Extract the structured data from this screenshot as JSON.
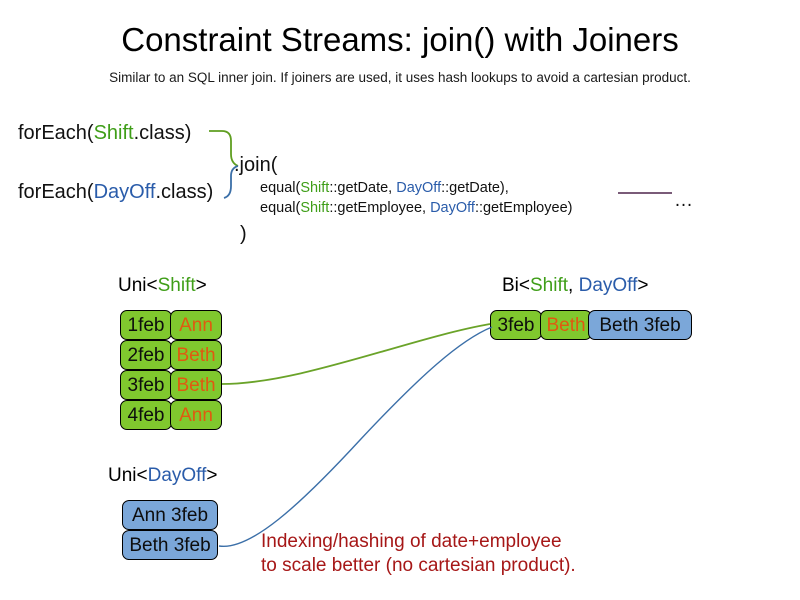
{
  "header": {
    "title": "Constraint Streams: join() with Joiners",
    "subtitle": "Similar to an SQL inner join. If joiners are used, it uses hash lookups to avoid a cartesian product."
  },
  "code": {
    "foreach_shift": {
      "prefix": "forEach(",
      "type": "Shift",
      "suffix": ".class)"
    },
    "foreach_dayoff": {
      "prefix": "forEach(",
      "type": "DayOff",
      "suffix": ".class)"
    },
    "join_open": ".join(",
    "join_close": ")",
    "joiners": [
      {
        "fn_open": "equal(",
        "left_type": "Shift",
        "left_ref": "::getDate, ",
        "right_type": "DayOff",
        "right_ref": "::getDate),"
      },
      {
        "fn_open": "equal(",
        "left_type": "Shift",
        "left_ref": "::getEmployee, ",
        "right_type": "DayOff",
        "right_ref": "::getEmployee)"
      }
    ],
    "ellipsis": "…"
  },
  "streams": {
    "uni_shift": {
      "label_prefix": "Uni<",
      "label_type": "Shift",
      "label_suffix": ">",
      "rows": [
        {
          "date": "1feb",
          "employee": "Ann"
        },
        {
          "date": "2feb",
          "employee": "Beth"
        },
        {
          "date": "3feb",
          "employee": "Beth"
        },
        {
          "date": "4feb",
          "employee": "Ann"
        }
      ]
    },
    "uni_dayoff": {
      "label_prefix": "Uni<",
      "label_type": "DayOff",
      "label_suffix": ">",
      "rows": [
        {
          "text": "Ann 3feb"
        },
        {
          "text": "Beth 3feb"
        }
      ]
    },
    "bi": {
      "label_prefix": "Bi<",
      "label_type_a": "Shift",
      "label_separator": ", ",
      "label_type_b": "DayOff",
      "label_suffix": ">",
      "row": {
        "date": "3feb",
        "employee": "Beth",
        "dayoff": "Beth 3feb"
      }
    }
  },
  "annotation": {
    "line1": "Indexing/hashing of date+employee",
    "line2": "to scale better (no cartesian product)."
  },
  "colors": {
    "shift_green": "#3f9e18",
    "dayoff_blue": "#2a5caa",
    "box_green": "#80c82e",
    "box_blue": "#7ba7d9",
    "employee_orange": "#e05a10",
    "annotation_red": "#a61717",
    "connector_green": "#5f9e20",
    "connector_blue": "#3b6fa8",
    "ellipsis_rule": "#7a5b78"
  }
}
